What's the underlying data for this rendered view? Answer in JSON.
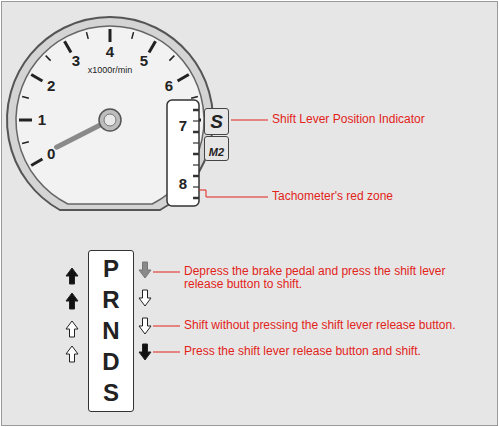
{
  "diagram": {
    "nodes": [
      {
        "text": [
          "P",
          "R",
          "N",
          "D",
          "S"
        ]
      },
      {
        "text": [
          "S"
        ]
      },
      {
        "text": [
          "M",
          "2"
        ]
      }
    ],
    "labels": [
      "0",
      "1",
      "2",
      "3",
      "4",
      "5",
      "6",
      "7",
      "8",
      "x1000r/min",
      "Shift Lever Position Indicator",
      "Tachometer's red zone",
      "Depress the brake pedal and press the shift lever release button to shift.",
      "Shift without pressing the shift lever release button.",
      "Press the shift lever release button and shift."
    ]
  }
}
